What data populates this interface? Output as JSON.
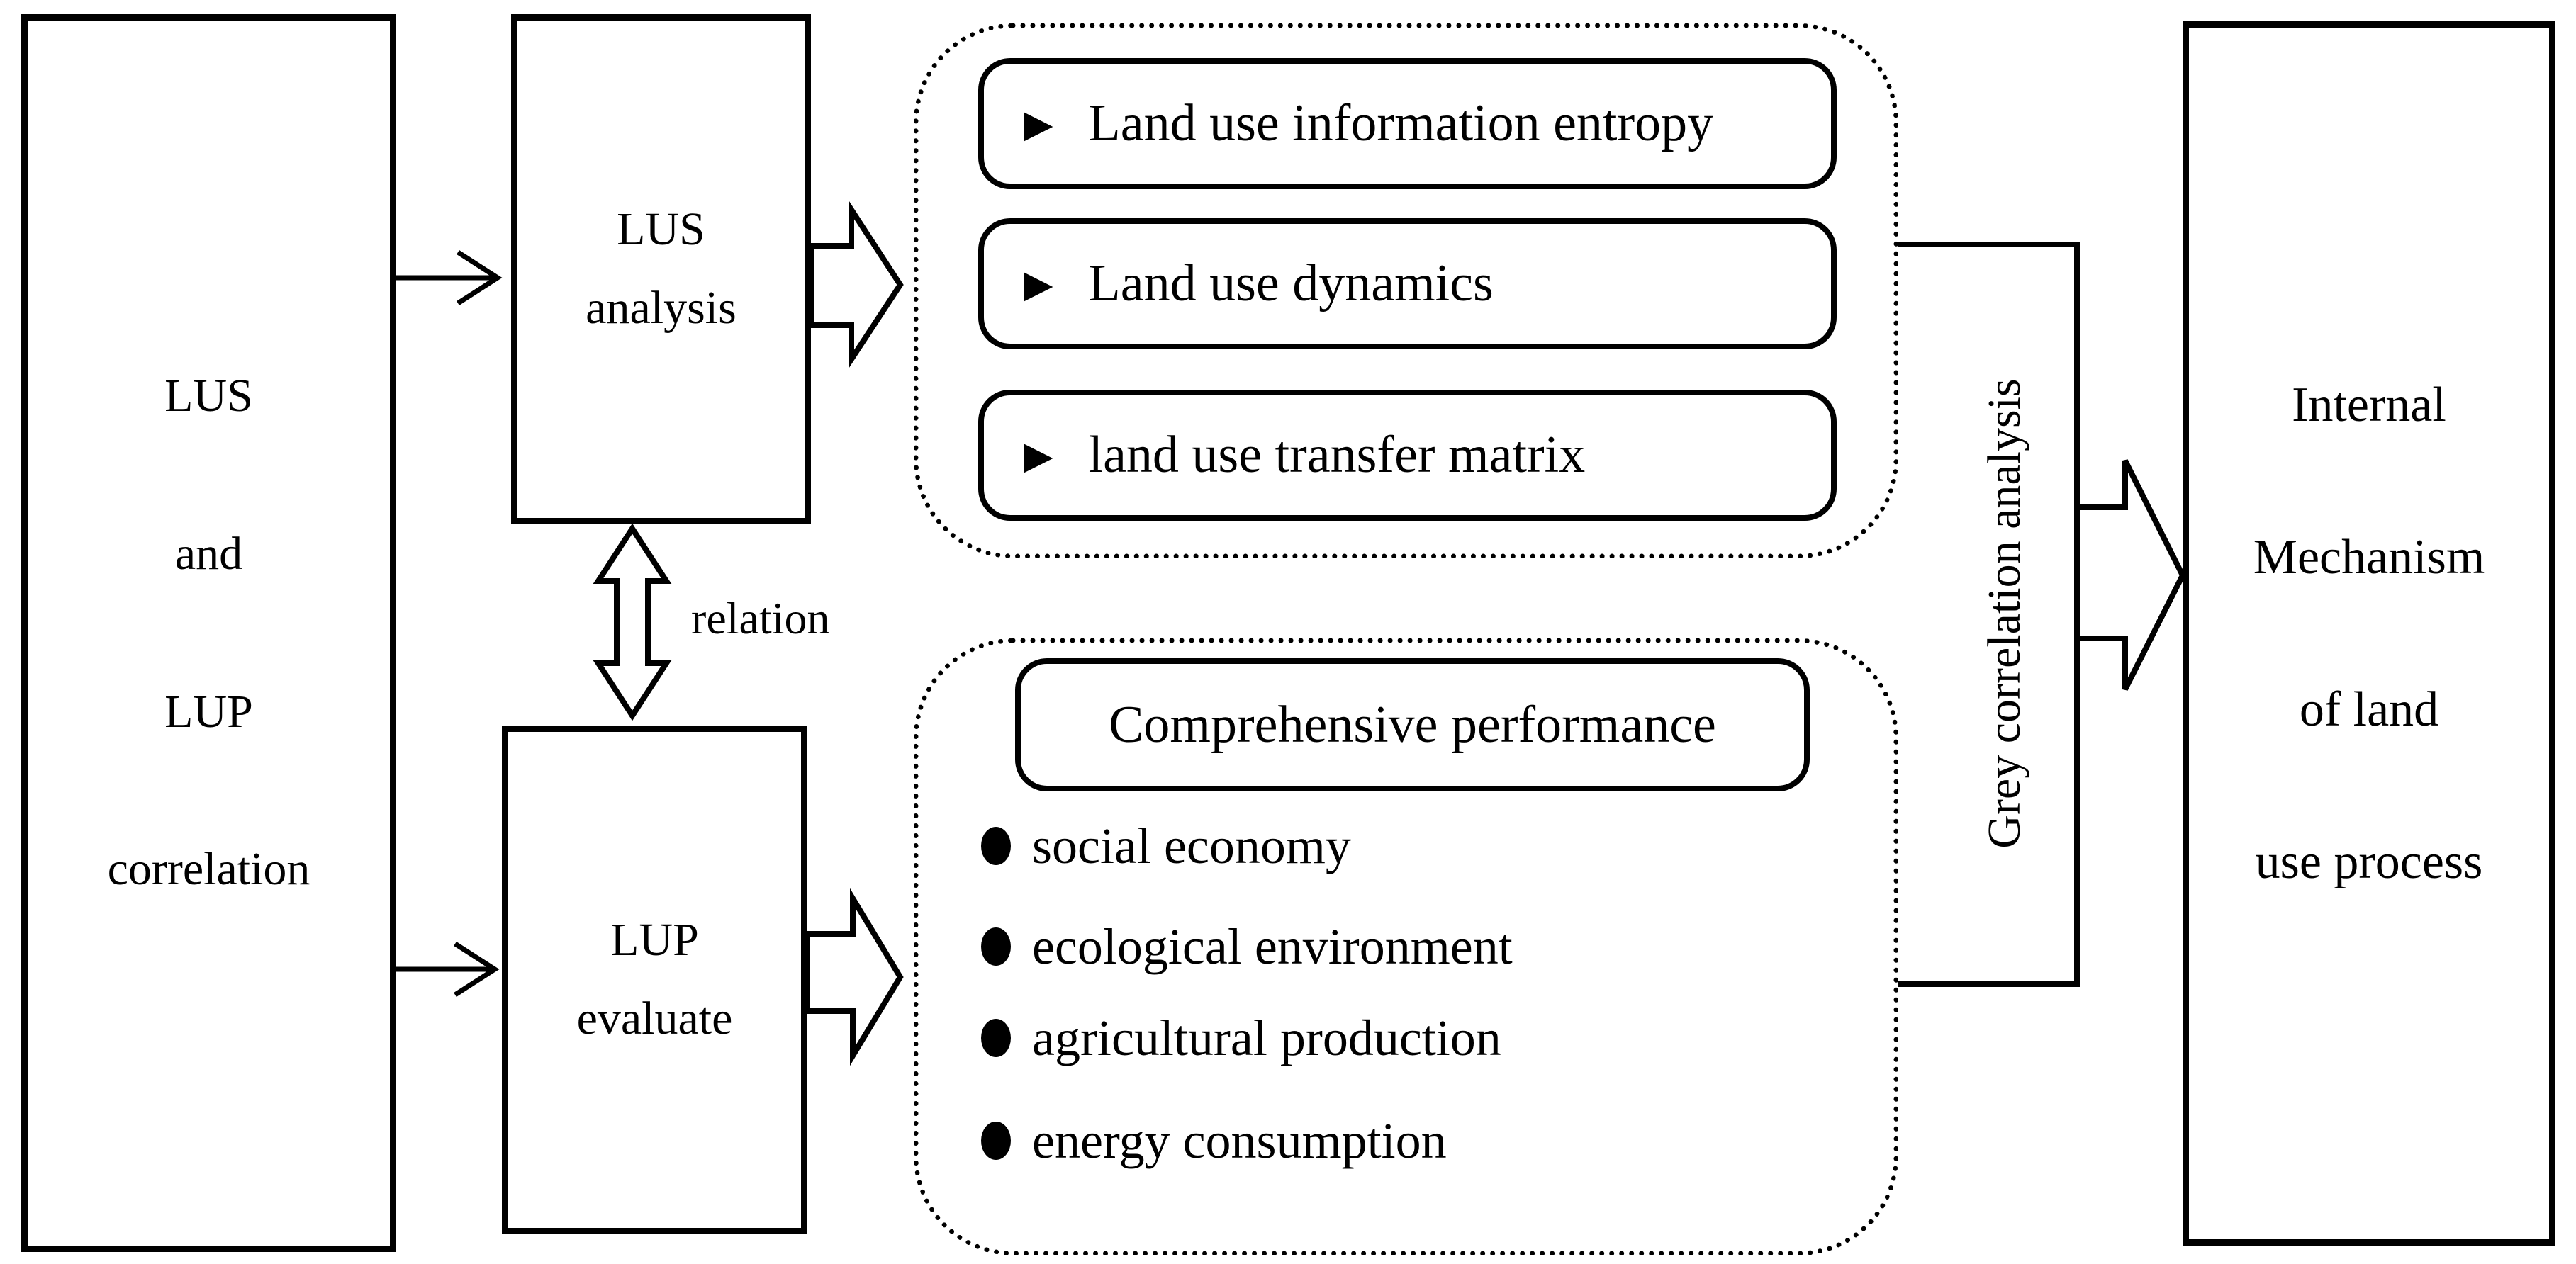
{
  "colors": {
    "line": "#000000",
    "background": "#ffffff",
    "text": "#000000"
  },
  "left_box": {
    "line1": "LUS",
    "line2": "and",
    "line3": "LUP",
    "line4": "correlation"
  },
  "lus_analysis_box": {
    "line1": "LUS",
    "line2": "analysis"
  },
  "lup_evaluate_box": {
    "line1": "LUP",
    "line2": "evaluate"
  },
  "relation_label": "relation",
  "lus_outputs": {
    "marker": "▶",
    "items": [
      {
        "label": "Land use information entropy"
      },
      {
        "label": "Land use dynamics"
      },
      {
        "label": "land use transfer matrix"
      }
    ]
  },
  "lup_outputs": {
    "header": "Comprehensive performance",
    "items": [
      {
        "label": "social economy"
      },
      {
        "label": "ecological environment"
      },
      {
        "label": "agricultural production"
      },
      {
        "label": "energy consumption"
      }
    ]
  },
  "grey_correlation_label": "Grey correlation analysis",
  "right_box": {
    "line1": "Internal",
    "line2": "Mechanism",
    "line3": "of land",
    "line4": "use process"
  }
}
